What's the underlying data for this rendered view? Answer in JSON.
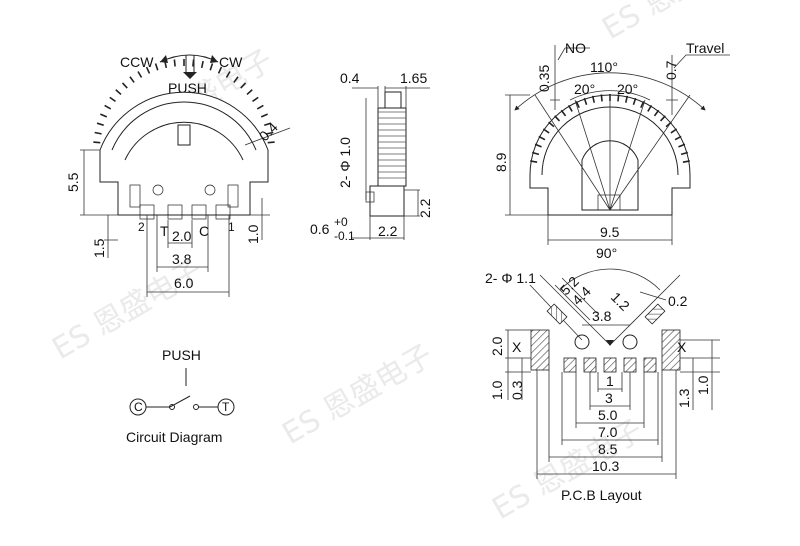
{
  "rotation": {
    "ccw": "CCW",
    "cw": "CW",
    "push": "PUSH"
  },
  "front": {
    "dim_h": "5.5",
    "dim_low": "1.5",
    "dim_right": "1.0",
    "dim_angle": "0.4",
    "pin_t": "T",
    "pin_c": "C",
    "pin_2": "2",
    "pin_1": "1",
    "dim_20": "2.0",
    "dim_38": "3.8",
    "dim_60": "6.0"
  },
  "side": {
    "dim_04": "0.4",
    "dim_165": "1.65",
    "dim_phi": "2- Φ 1.0",
    "dim_tol": "0.6",
    "tol_plus": "+0",
    "tol_minus": "-0.1",
    "dim_22a": "2.2",
    "dim_22b": "2.2"
  },
  "top_right": {
    "no": "NO",
    "travel": "Travel",
    "dim_035": "0.35",
    "dim_07": "0.7",
    "angle_110": "110°",
    "angle_20a": "20°",
    "angle_20b": "20°",
    "dim_89": "8.9",
    "dim_95": "9.5"
  },
  "pcb": {
    "angle_90": "90°",
    "hole": "2- Φ 1.1",
    "dim_52": "5.2",
    "dim_44": "4.4",
    "dim_12": "1.2",
    "dim_02": "0.2",
    "dim_38": "3.8",
    "dim_20": "2.0",
    "x_left": "X",
    "x_right": "X",
    "dim_10l": "1.0",
    "dim_03": "0.3",
    "dim_1": "1",
    "dim_3": "3",
    "dim_50": "5.0",
    "dim_70": "7.0",
    "dim_85": "8.5",
    "dim_103": "10.3",
    "dim_13": "1.3",
    "dim_10r": "1.0",
    "caption": "P.C.B Layout"
  },
  "circuit": {
    "push": "PUSH",
    "c": "C",
    "t": "T",
    "caption": "Circuit Diagram"
  },
  "watermark": {
    "text": "ES 恩盛电子"
  }
}
